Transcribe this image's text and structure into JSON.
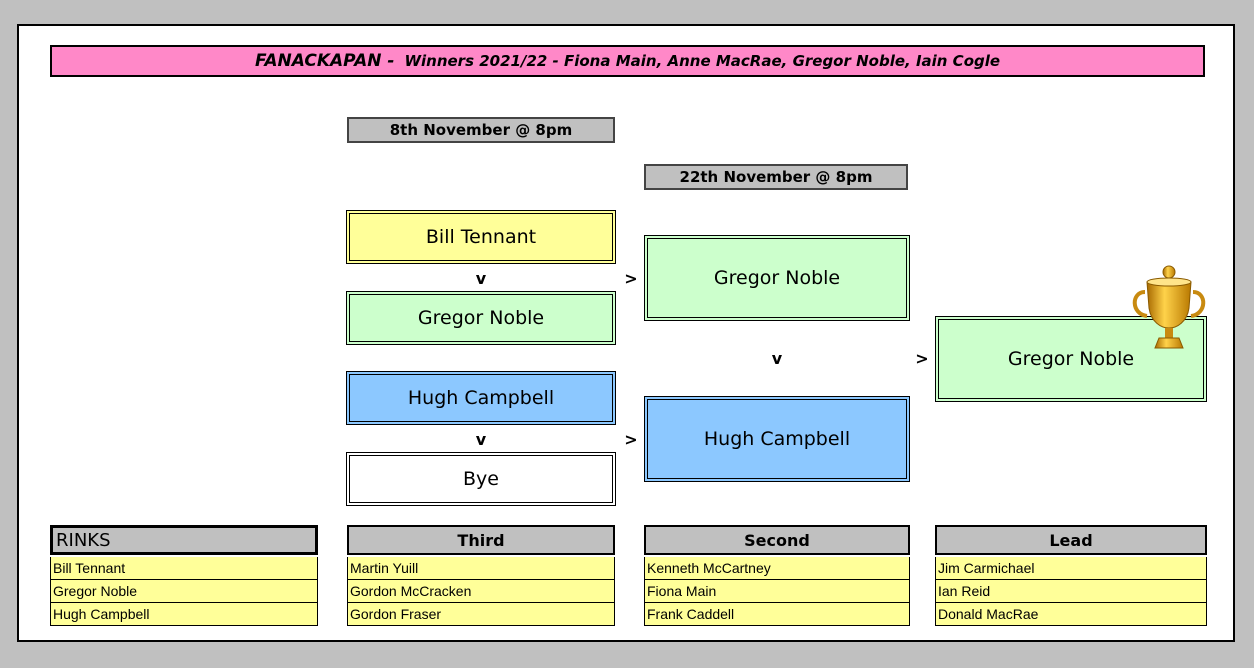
{
  "header": {
    "title": "FANACKAPAN -",
    "winners": "Winners 2021/22 - Fiona Main, Anne MacRae, Gregor Noble, Iain Cogle"
  },
  "round1": {
    "date": "8th November @ 8pm",
    "match1": {
      "team_a": "Bill Tennant",
      "vs": "v",
      "team_b": "Gregor Noble"
    },
    "match2": {
      "team_a": "Hugh Campbell",
      "vs": "v",
      "team_b": "Bye"
    }
  },
  "round2": {
    "date": "22th November @ 8pm",
    "team_a": "Gregor Noble",
    "vs": "v",
    "team_b": "Hugh Campbell"
  },
  "final": {
    "winner": "Gregor Noble",
    "trophy_icon": "trophy-icon"
  },
  "arrows": {
    "symbol": ">"
  },
  "rinks": {
    "header": "RINKS",
    "skips": [
      "Bill Tennant",
      "Gregor Noble",
      "Hugh Campbell"
    ],
    "third": {
      "header": "Third",
      "players": [
        "Martin Yuill",
        "Gordon McCracken",
        "Gordon Fraser"
      ]
    },
    "second": {
      "header": "Second",
      "players": [
        "Kenneth McCartney",
        "Fiona Main",
        "Frank Caddell"
      ]
    },
    "lead": {
      "header": "Lead",
      "players": [
        "Jim Carmichael",
        "Ian Reid",
        "Donald MacRae"
      ]
    }
  },
  "colors": {
    "title": "#ff88c8",
    "yellow": "#ffff99",
    "green": "#ccffcc",
    "blue": "#8cc8ff",
    "grey": "#c0c0c0"
  }
}
